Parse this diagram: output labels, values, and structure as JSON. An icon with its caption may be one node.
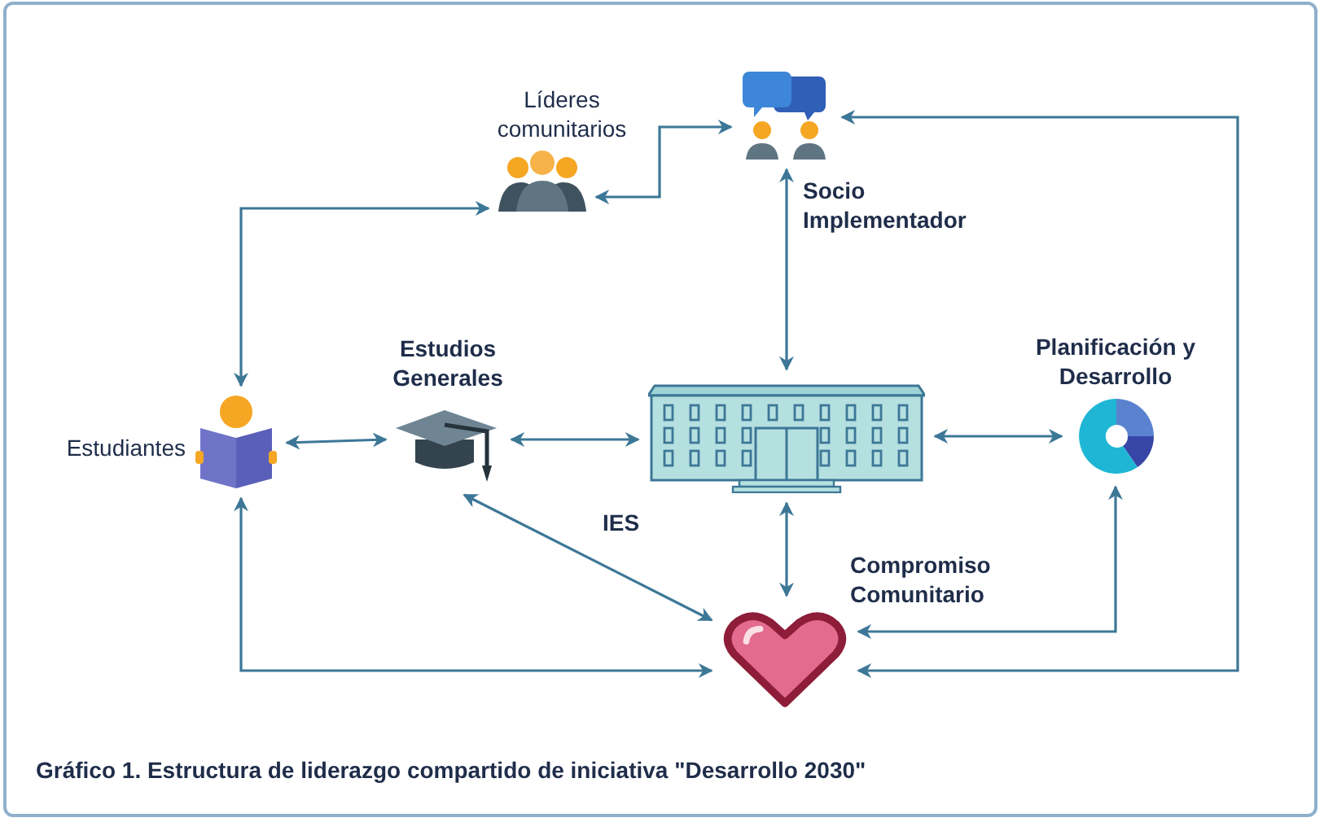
{
  "diagram": {
    "caption": "Gráfico 1. Estructura de liderazgo compartido de iniciativa \"Desarrollo 2030\"",
    "nodes": [
      {
        "text": [
          "Líderes comunitarios"
        ]
      },
      {
        "text": [
          "Socio Implementador"
        ]
      },
      {
        "text": [
          "Estudiantes"
        ]
      },
      {
        "text": [
          "Estudios Generales"
        ]
      },
      {
        "text": [
          "IES"
        ]
      },
      {
        "text": [
          "Planificación y Desarrollo"
        ]
      },
      {
        "text": [
          "Compromiso Comunitario"
        ]
      }
    ],
    "edges": [
      {
        "from": 0,
        "to": 1,
        "arrow": "both"
      },
      {
        "from": 2,
        "to": 0,
        "arrow": "both"
      },
      {
        "from": 1,
        "to": 4,
        "arrow": "both"
      },
      {
        "from": 2,
        "to": 3,
        "arrow": "both"
      },
      {
        "from": 3,
        "to": 4,
        "arrow": "both"
      },
      {
        "from": 4,
        "to": 5,
        "arrow": "both"
      },
      {
        "from": 3,
        "to": 6,
        "arrow": "both"
      },
      {
        "from": 4,
        "to": 6,
        "arrow": "both"
      },
      {
        "from": 6,
        "to": 5,
        "arrow": "both"
      },
      {
        "from": 2,
        "to": 6,
        "arrow": "both"
      },
      {
        "from": 6,
        "to": 1,
        "arrow": "both"
      }
    ]
  }
}
